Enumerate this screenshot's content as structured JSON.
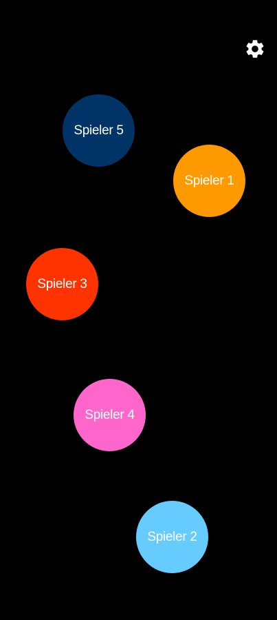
{
  "settings": {
    "icon": "gear-icon",
    "color": "#ffffff"
  },
  "players": [
    {
      "id": "p1",
      "label": "Spieler 1",
      "color": "#FF9900"
    },
    {
      "id": "p2",
      "label": "Spieler 2",
      "color": "#66CCFF"
    },
    {
      "id": "p3",
      "label": "Spieler 3",
      "color": "#FF3300"
    },
    {
      "id": "p4",
      "label": "Spieler 4",
      "color": "#FF66CC"
    },
    {
      "id": "p5",
      "label": "Spieler 5",
      "color": "#003366"
    }
  ]
}
